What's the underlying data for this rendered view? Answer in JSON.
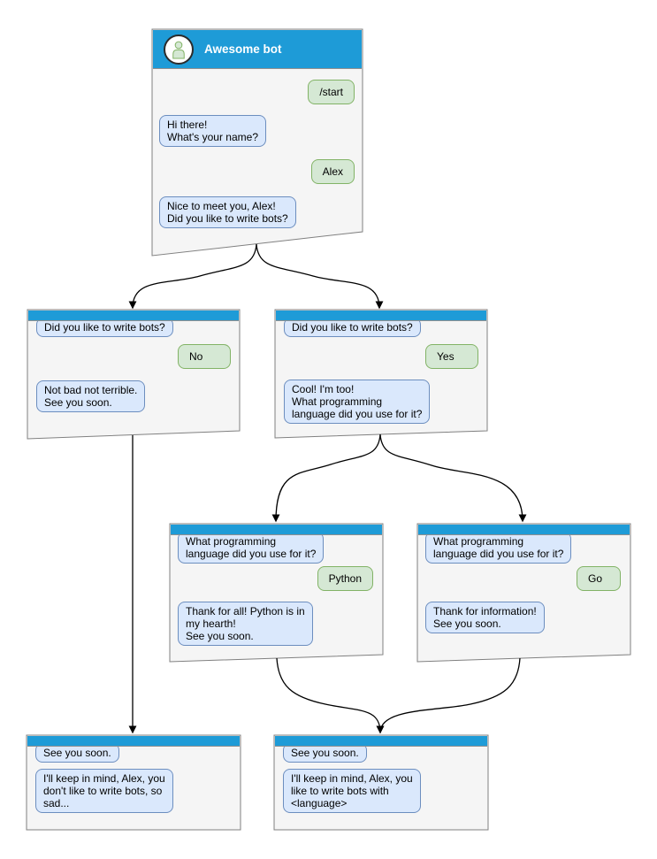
{
  "colors": {
    "titlebar_blue": "#1E9BD7",
    "window_fill": "#F5F5F5",
    "window_stroke": "#808080",
    "bot_bubble_fill": "#DAE8FC",
    "bot_bubble_stroke": "#6C8EBF",
    "user_bubble_fill": "#D5E8D4",
    "user_bubble_stroke": "#82B366",
    "connector": "#000000"
  },
  "icons": {
    "avatar": "person-icon"
  },
  "main_window": {
    "title": "Awesome bot",
    "messages": [
      {
        "from": "user",
        "text": "/start"
      },
      {
        "from": "bot",
        "text": "Hi there!\nWhat's your name?"
      },
      {
        "from": "user",
        "text": "Alex"
      },
      {
        "from": "bot",
        "text": "Nice to meet you, Alex!\nDid you like to write bots?"
      }
    ]
  },
  "no_branch_window": {
    "messages": [
      {
        "from": "bot",
        "text": "Did you like to write bots?"
      },
      {
        "from": "user",
        "text": "No"
      },
      {
        "from": "bot",
        "text": "Not bad not terrible.\nSee you soon."
      }
    ]
  },
  "yes_branch_window": {
    "messages": [
      {
        "from": "bot",
        "text": "Did you like to write bots?"
      },
      {
        "from": "user",
        "text": "Yes"
      },
      {
        "from": "bot",
        "text": "Cool! I'm too!\nWhat programming\nlanguage did you use for it?"
      }
    ]
  },
  "python_branch_window": {
    "messages": [
      {
        "from": "bot",
        "text": "What programming\nlanguage did you use for it?"
      },
      {
        "from": "user",
        "text": "Python"
      },
      {
        "from": "bot",
        "text": "Thank for all! Python is in\nmy hearth!\nSee you soon."
      }
    ]
  },
  "go_branch_window": {
    "messages": [
      {
        "from": "bot",
        "text": "What programming\nlanguage did you use for it?"
      },
      {
        "from": "user",
        "text": "Go"
      },
      {
        "from": "bot",
        "text": "Thank for information!\nSee you soon."
      }
    ]
  },
  "end_no_window": {
    "messages": [
      {
        "from": "bot",
        "text": "See you soon."
      },
      {
        "from": "bot",
        "text": "I'll keep in mind, Alex, you\ndon't like to write bots, so\nsad..."
      }
    ]
  },
  "end_yes_window": {
    "messages": [
      {
        "from": "bot",
        "text": "See you soon."
      },
      {
        "from": "bot",
        "text": "I'll keep in mind, Alex, you\nlike to write bots with\n<language>"
      }
    ]
  }
}
